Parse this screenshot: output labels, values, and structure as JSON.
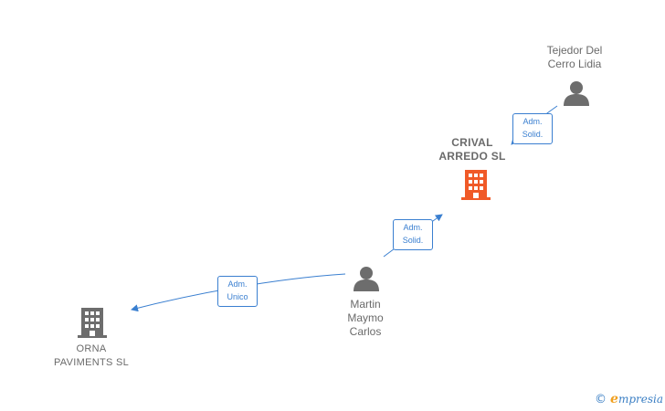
{
  "nodes": {
    "tejedor": {
      "line1": "Tejedor Del",
      "line2": "Cerro Lidia"
    },
    "crival": {
      "line1": "CRIVAL",
      "line2": "ARREDO  SL"
    },
    "martin": {
      "line1": "Martin",
      "line2": "Maymo",
      "line3": "Carlos"
    },
    "orna": {
      "line1": "ORNA",
      "line2": "PAVIMENTS  SL"
    }
  },
  "edges": {
    "tejedor_crival": {
      "line1": "Adm.",
      "line2": "Solid."
    },
    "martin_crival": {
      "line1": "Adm.",
      "line2": "Solid."
    },
    "martin_orna": {
      "line1": "Adm.",
      "line2": "Unico"
    }
  },
  "colors": {
    "edge": "#3a7fd0",
    "person": "#6d6d6d",
    "company_main": "#f05a28",
    "company_other": "#6d6d6d"
  },
  "watermark": {
    "copyright": "©",
    "brand_initial": "e",
    "brand_rest": "mpresia"
  }
}
